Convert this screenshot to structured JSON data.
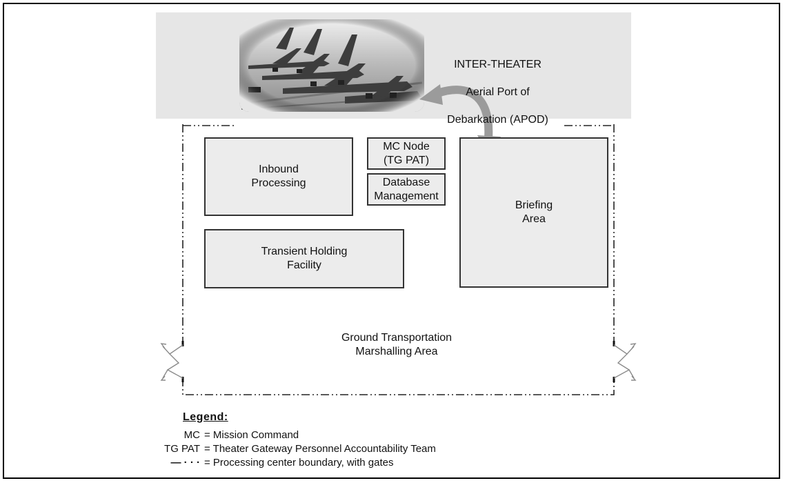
{
  "header": {
    "title_line1": "INTER-THEATER",
    "title_line2": "Aerial Port of",
    "title_line3": "Debarkation (APOD)"
  },
  "boxes": {
    "inbound": "Inbound\nProcessing",
    "mc_node": "MC Node\n(TG PAT)",
    "database": "Database\nManagement",
    "briefing": "Briefing\nArea",
    "transient": "Transient Holding\nFacility"
  },
  "area_label": "Ground Transportation\nMarshalling Area",
  "legend": {
    "title": "Legend:",
    "entries": [
      {
        "term": "MC",
        "definition": "= Mission Command"
      },
      {
        "term": "TG PAT",
        "definition": "= Theater Gateway Personnel Accountability Team"
      },
      {
        "term": "— · · ·",
        "definition": "= Processing center boundary, with gates"
      }
    ]
  },
  "colors": {
    "banner": "#e6e6e6",
    "box_fill": "#ececec",
    "arrow": "#9b9b9b",
    "outline": "#333333"
  },
  "icons": [
    "aircraft-photo",
    "double-arrow",
    "gate-left-icon",
    "gate-right-icon"
  ]
}
